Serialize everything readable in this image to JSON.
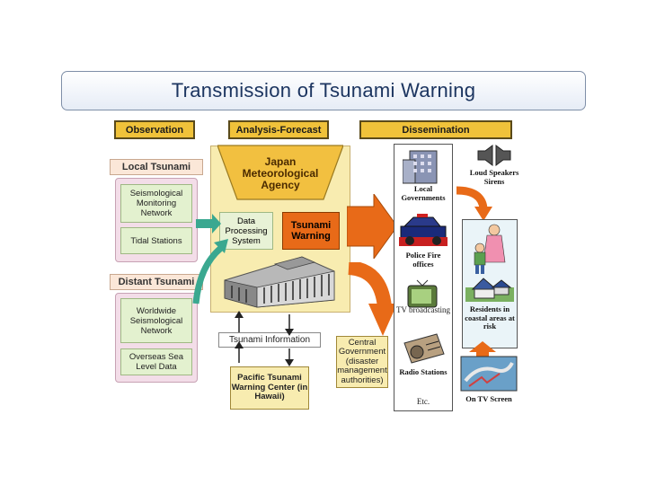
{
  "title": "Transmission of Tsunami Warning",
  "headers": {
    "observation": "Observation",
    "analysis": "Analysis-Forecast",
    "dissemination": "Dissemination"
  },
  "local": {
    "label": "Local Tsunami",
    "items": [
      "Seismological Monitoring Network",
      "Tidal Stations"
    ]
  },
  "distant": {
    "label": "Distant Tsunami",
    "items": [
      "Worldwide Seismological Network",
      "Overseas Sea Level Data"
    ]
  },
  "jma": {
    "title": "Japan Meteorological Agency",
    "processing": "Data Processing System",
    "warning": "Tsunami Warning"
  },
  "info": "Tsunami Information",
  "central": "Central Government (disaster management authorities)",
  "ptwc": "Pacific Tsunami Warning Center (in Hawaii)",
  "dissem": {
    "local_gov": "Local Governments",
    "police": "Police Fire offices",
    "tv": "TV broadcasting",
    "radio": "Radio Stations",
    "etc": "Etc."
  },
  "right": {
    "speakers": "Loud Speakers Sirens",
    "residents": "Residents in coastal areas at risk",
    "screen": "On TV Screen"
  },
  "colors": {
    "header": "#f0c23a",
    "warning": "#e86a18",
    "arrow_green": "#3aa890",
    "arrow_orange": "#e86a18"
  }
}
